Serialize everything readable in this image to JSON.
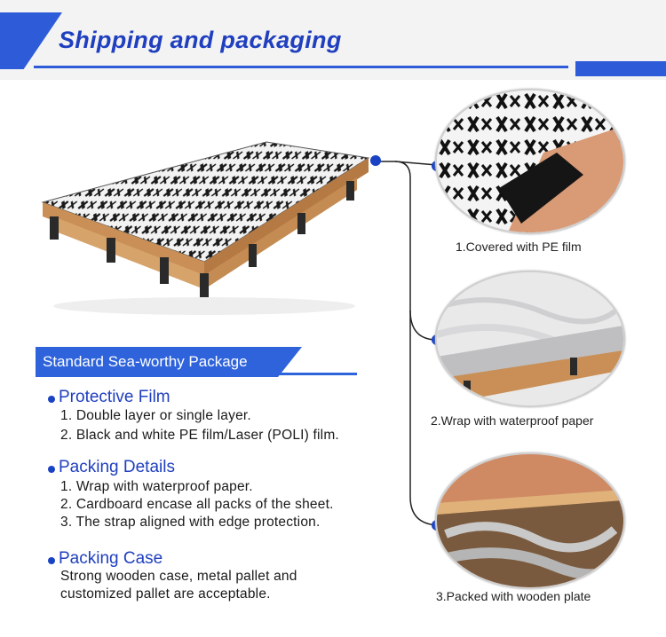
{
  "header": {
    "title": "Shipping and packaging"
  },
  "package": {
    "title": "Standard Sea-worthy Package"
  },
  "sections": [
    {
      "heading": "Protective Film",
      "lines": [
        "1. Double layer or single layer.",
        "2. Black and white PE film/Laser (POLI) film."
      ]
    },
    {
      "heading": "Packing Details",
      "lines": [
        "1. Wrap with waterproof paper.",
        "2. Cardboard encase all packs of the sheet.",
        "3. The strap aligned with edge protection."
      ]
    },
    {
      "heading": "Packing Case",
      "lines": [
        "Strong wooden case, metal pallet and",
        "customized pallet are acceptable."
      ]
    }
  ],
  "steps": [
    {
      "caption": "1.Covered with PE film"
    },
    {
      "caption": "2.Wrap with waterproof paper"
    },
    {
      "caption": "3.Packed with wooden plate"
    }
  ],
  "colors": {
    "accent": "#2e5bd8",
    "heading": "#1f3fbf",
    "dot": "#1a43c4"
  }
}
